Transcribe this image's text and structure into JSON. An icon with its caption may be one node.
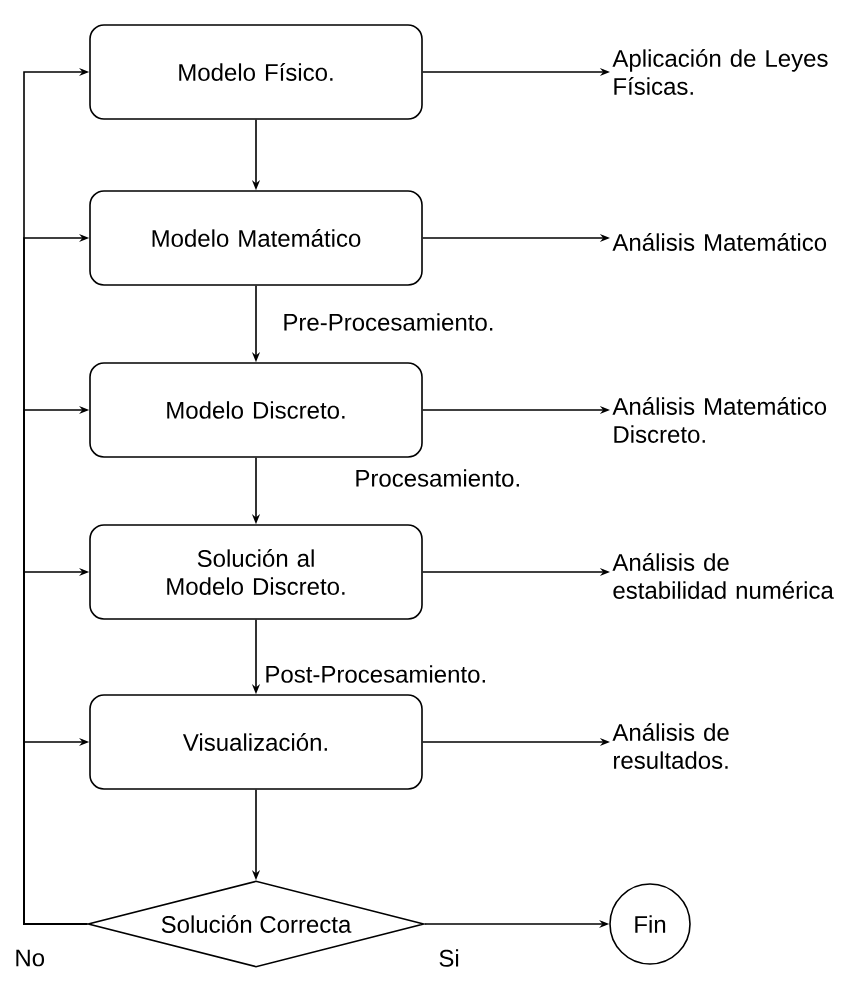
{
  "diagram": {
    "nodes": [
      {
        "text": [
          "Modelo Físico."
        ]
      },
      {
        "text": [
          "Aplicación de Leyes Físicas."
        ]
      },
      {
        "text": [
          "Modelo Matemático"
        ]
      },
      {
        "text": [
          "Análisis Matemático"
        ]
      },
      {
        "text": [
          "Modelo Discreto."
        ]
      },
      {
        "text": [
          "Análisis Matemático Discreto."
        ]
      },
      {
        "text": [
          "Solución al Modelo Discreto."
        ]
      },
      {
        "text": [
          "Análisis de estabilidad numérica"
        ]
      },
      {
        "text": [
          "Visualización."
        ]
      },
      {
        "text": [
          "Análisis de resultados."
        ]
      },
      {
        "text": [
          "Solución Correcta"
        ]
      },
      {
        "text": [
          "Fin"
        ]
      }
    ],
    "edges": [
      {
        "from": 0,
        "to": 1,
        "arrow": "to"
      },
      {
        "from": 0,
        "to": 2,
        "arrow": "to"
      },
      {
        "from": 2,
        "to": 3,
        "arrow": "to"
      },
      {
        "from": 2,
        "to": 4,
        "arrow": "to",
        "label": "Pre-Procesamiento."
      },
      {
        "from": 4,
        "to": 5,
        "arrow": "to"
      },
      {
        "from": 4,
        "to": 6,
        "arrow": "to",
        "label": "Procesamiento."
      },
      {
        "from": 6,
        "to": 7,
        "arrow": "to"
      },
      {
        "from": 6,
        "to": 8,
        "arrow": "to",
        "label": "Post-Procesamiento."
      },
      {
        "from": 8,
        "to": 9,
        "arrow": "to"
      },
      {
        "from": 8,
        "to": 10,
        "arrow": "to"
      },
      {
        "from": 10,
        "to": 11,
        "arrow": "to",
        "label": "Si"
      },
      {
        "from": 10,
        "to": 0,
        "arrow": "to"
      },
      {
        "from": 10,
        "to": 2,
        "arrow": "to"
      },
      {
        "from": 10,
        "to": 4,
        "arrow": "to"
      },
      {
        "from": 10,
        "to": 6,
        "arrow": "to"
      },
      {
        "from": 10,
        "to": 8,
        "arrow": "to"
      }
    ],
    "labels": [
      "No"
    ]
  }
}
